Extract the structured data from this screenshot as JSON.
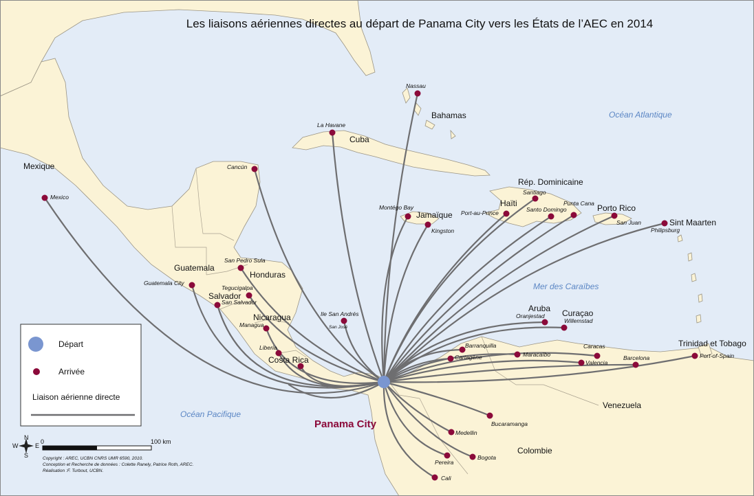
{
  "title": "Les liaisons aériennes directes au départ de Panama City vers les États de l’AEC en 2014",
  "hub": {
    "label": "Panama City"
  },
  "colors": {
    "sea": "#e3ecf7",
    "land": "#fbf3d6",
    "route": "#6e6e70",
    "hub": "#7a96d0",
    "destination": "#8b0a3a",
    "ocean_label": "#5b86c4",
    "hub_label": "#8b0a3a"
  },
  "countries": [
    {
      "key": "mexique",
      "label": "Mexique"
    },
    {
      "key": "guatemala",
      "label": "Guatemala"
    },
    {
      "key": "honduras",
      "label": "Honduras"
    },
    {
      "key": "salvador",
      "label": "Salvador"
    },
    {
      "key": "nicaragua",
      "label": "Nicaragua"
    },
    {
      "key": "costarica",
      "label": "Costa Rica"
    },
    {
      "key": "cuba",
      "label": "Cuba"
    },
    {
      "key": "bahamas",
      "label": "Bahamas"
    },
    {
      "key": "jamaique",
      "label": "Jamaïque"
    },
    {
      "key": "haiti",
      "label": "Haïti"
    },
    {
      "key": "repdom",
      "label": "Rép. Dominicaine"
    },
    {
      "key": "portorico",
      "label": "Porto Rico"
    },
    {
      "key": "sintmaarten",
      "label": "Sint Maarten"
    },
    {
      "key": "aruba",
      "label": "Aruba"
    },
    {
      "key": "curacao",
      "label": "Curaçao"
    },
    {
      "key": "trinidad",
      "label": "Trinidad et Tobago"
    },
    {
      "key": "venezuela",
      "label": "Venezuela"
    },
    {
      "key": "colombie",
      "label": "Colombie"
    }
  ],
  "oceans": [
    {
      "key": "atlantique",
      "label": "Océan Atlantique"
    },
    {
      "key": "caraibes",
      "label": "Mer des Caraïbes"
    },
    {
      "key": "pacifique",
      "label": "Océan Pacifique"
    }
  ],
  "destinations": [
    {
      "key": "mexico",
      "label": "Mexico"
    },
    {
      "key": "cancun",
      "label": "Cancún"
    },
    {
      "key": "guatemalacity",
      "label": "Guatemala City"
    },
    {
      "key": "sanpedrosula",
      "label": "San Pedro Sula"
    },
    {
      "key": "tegucigalpa",
      "label": "Tegucigalpa"
    },
    {
      "key": "sansalvador",
      "label": "San Salvador"
    },
    {
      "key": "managua",
      "label": "Managua"
    },
    {
      "key": "liberia",
      "label": "Liberia"
    },
    {
      "key": "sanjosecr",
      "label": "San José"
    },
    {
      "key": "ilesanandres",
      "label": "Ile San Andrés"
    },
    {
      "key": "lahavane",
      "label": "La Havane"
    },
    {
      "key": "nassau",
      "label": "Nassau"
    },
    {
      "key": "montegobay",
      "label": "Montégo Bay"
    },
    {
      "key": "kingston",
      "label": "Kingston"
    },
    {
      "key": "portauprince",
      "label": "Port-au-Prince"
    },
    {
      "key": "santiago",
      "label": "Santiago"
    },
    {
      "key": "santodomingo",
      "label": "Santo Domingo"
    },
    {
      "key": "puntacana",
      "label": "Punta Cana"
    },
    {
      "key": "sanjuan",
      "label": "San Juan"
    },
    {
      "key": "philipsburg",
      "label": "Philipsburg"
    },
    {
      "key": "oranjestad",
      "label": "Oranjestad"
    },
    {
      "key": "willemstad",
      "label": "Willemstad"
    },
    {
      "key": "barranquilla",
      "label": "Barranquilla"
    },
    {
      "key": "cartagene",
      "label": "Cartagène"
    },
    {
      "key": "maracaibo",
      "label": "Maracaïbo"
    },
    {
      "key": "caracas",
      "label": "Caracas"
    },
    {
      "key": "valencia",
      "label": "Valencia"
    },
    {
      "key": "barcelona",
      "label": "Barcelona"
    },
    {
      "key": "portofspain",
      "label": "Port-of-Spain"
    },
    {
      "key": "bucaramanga",
      "label": "Bucaramanga"
    },
    {
      "key": "medellin",
      "label": "Medellin"
    },
    {
      "key": "bogota",
      "label": "Bogota"
    },
    {
      "key": "pereira",
      "label": "Pereira"
    },
    {
      "key": "cali",
      "label": "Cali"
    }
  ],
  "legend": {
    "depart": "Départ",
    "arrivee": "Arrivée",
    "liaison": "Liaison aérienne directe"
  },
  "scale": {
    "start": "0",
    "end": "100 km"
  },
  "compass": {
    "n": "N",
    "s": "S",
    "e": "E",
    "w": "W"
  },
  "credits": [
    "Copyright : AREC, UCBN CNRS UMR 6590, 2010.",
    "Conception et Recherche de données : Colette Ranely, Patrice Roth, AREC.",
    "Réalisation :F. Turbout, UCBN."
  ]
}
